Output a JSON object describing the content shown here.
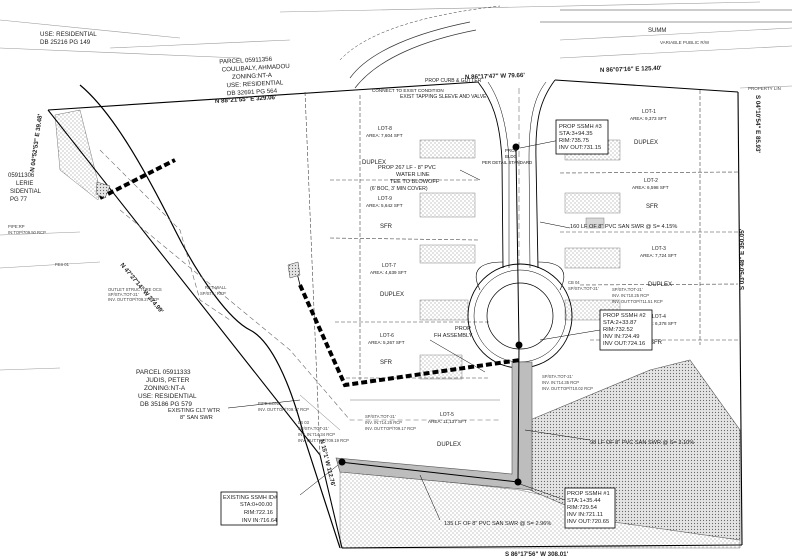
{
  "parcels": {
    "top": {
      "use": "USE: RESIDENTIAL",
      "deed": "DB 25216 PG 149"
    },
    "north": {
      "parcel": "PARCEL 05911356",
      "owner": "COULIBALY, AHMADOU",
      "zoning": "ZONING:NT-A",
      "use": "USE: RESIDENTIAL",
      "deed": "DB 32691 PG 564"
    },
    "west": {
      "parcel_frag": "05911306",
      "owner_frag": "LERIE",
      "use_frag": "SIDENTIAL",
      "deed_frag": "PG 77"
    },
    "southwest": {
      "parcel": "PARCEL 05911333",
      "owner": "JUDIS, PETER",
      "zoning": "ZONING:NT-A",
      "use": "USE: RESIDENTIAL",
      "deed": "DB 35186 PG 579"
    }
  },
  "bearings": {
    "north": "N 88°21'55\" E 329.06'",
    "north_east_1": "N 86°17'47\" W 79.66'",
    "north_east_2": "N 86°07'16\" E 125.40'",
    "east_upper": "S 04°10'54\" E 85.93'",
    "east_lower": "S 03°50'48\" E 350.05'",
    "south": "S 86°17'56\" W 308.01'",
    "west_upper": "N 04°52'53\" E 39.48'",
    "west_diagonal": "N 47°27'14\" W 274.99'",
    "west_lower": "N 15°1' W 112.76'"
  },
  "street": {
    "label_frag": "SUMM",
    "row": "VARIABLE PUBLIC R/W",
    "property_line": "PROPERTY LIN",
    "curb": "PROP CURB & GUTTER",
    "tie_in": "CONNECT TO EXIST CONDITION",
    "tap": "EXIST TAPPING SLEEVE AND VALVE"
  },
  "lots": [
    {
      "lot": "LOT-8",
      "area": "AREA: 7,604 SFT",
      "type": "DUPLEX"
    },
    {
      "lot": "LOT-9",
      "area": "AREA: 5,642 SFT",
      "type": "SFR"
    },
    {
      "lot": "LOT-7",
      "area": "AREA: 4,639 SFT",
      "type": "DUPLEX"
    },
    {
      "lot": "LOT-6",
      "area": "AREA: 5,267 SFT",
      "type": "SFR"
    },
    {
      "lot": "LOT-5",
      "area": "AREA: 11,137 SFT",
      "type": "DUPLEX"
    },
    {
      "lot": "LOT-1",
      "area": "AREA: 9,373 SFT",
      "type": "DUPLEX"
    },
    {
      "lot": "LOT-2",
      "area": "AREA: 6,598 SFT",
      "type": "SFR"
    },
    {
      "lot": "LOT-3",
      "area": "AREA: 7,724 SFT",
      "type": "DUPLEX"
    },
    {
      "lot": "LOT-4",
      "area": "AREA: 6,378 SFT",
      "type": "SFR"
    }
  ],
  "annotations": {
    "water_line": [
      "PROP 267 LF - 8\" PVC",
      "WATER LINE",
      "TEE TO BLOWOFF",
      "(6' BOC, 3' MIN COVER)"
    ],
    "hydrant": [
      "PROP",
      "FH ASSEMBLY"
    ],
    "sewer_160": "160 LF OF 8\" PVC SAN SWR @ S= 4.15%",
    "sewer_98": "98 LF OF 8\" PVC SAN SWR @ S= 3.10%",
    "sewer_135": "135 LF OF 8\" PVC SAN SWR @ S= 2.96%",
    "existing_sewer": [
      "EXISTING CLT WTR",
      "8\" SAN SWR"
    ],
    "outlet": [
      "OUTLET STRUCTURE OCS",
      "SP/STA:TOT-21'",
      "INV. OUT:TOP/709.27 RCP"
    ],
    "ret_wall": [
      "RET. WALL",
      "SP/STA: RCP"
    ],
    "pipe_note": [
      "PIPE:RP",
      "IN:TOP/709.50 RCP"
    ],
    "fes": [
      "FES 01"
    ],
    "pipe_mid": [
      "PIPE:CONC",
      "INV. OUT:TOP/709.77 RCP"
    ],
    "pipe_center": [
      "SP/STA:TOT-21'",
      "INV. IN:714.25 RCP",
      "INV. OUT:TOP/709.17 RCP"
    ],
    "ls_drain": [
      "LS 03",
      "SP/STA:TOT-21'",
      "INV. IN:714.34 RCP",
      "INV. OUT:TOP/709.19 RCP"
    ],
    "storm_low": [
      "SP/STA:TOT-21'",
      "INV. IN:714.35 RCP",
      "INV. OUT:TOP/710.02 RCP"
    ],
    "storm_right": [
      "SP/STA:TOT-21'",
      "INV. IN:710.25 RCP",
      "INV. OUT:TOP/711.51 RCP"
    ],
    "storm_ne": [
      "CB 04",
      "SP/STA:TOT-21'"
    ],
    "stand": [
      "PROP",
      "BLDG",
      "PER DETAIL STANDARD"
    ]
  },
  "manholes": {
    "mh3": [
      "PROP SSMH #3",
      "STA:3+94.35",
      "RIM:735.75",
      "INV OUT:731.15"
    ],
    "mh2": [
      "PROP SSMH #2",
      "STA:2+33.87",
      "RIM:732.52",
      "INV IN:724.49",
      "INV OUT:724.16"
    ],
    "mh1": [
      "PROP SSMH #1",
      "STA:1+35.44",
      "RIM:729.54",
      "INV IN:721.11",
      "INV OUT:720.65"
    ],
    "existing": [
      "EXISTING SSMH ID#",
      "STA:0+00.00",
      "RIM:722.16",
      "INV IN:716.64"
    ]
  },
  "colors": {
    "line": "#000000",
    "hatch": "#888888",
    "road_fill": "#bbbbbb",
    "sewer": "#000000"
  }
}
